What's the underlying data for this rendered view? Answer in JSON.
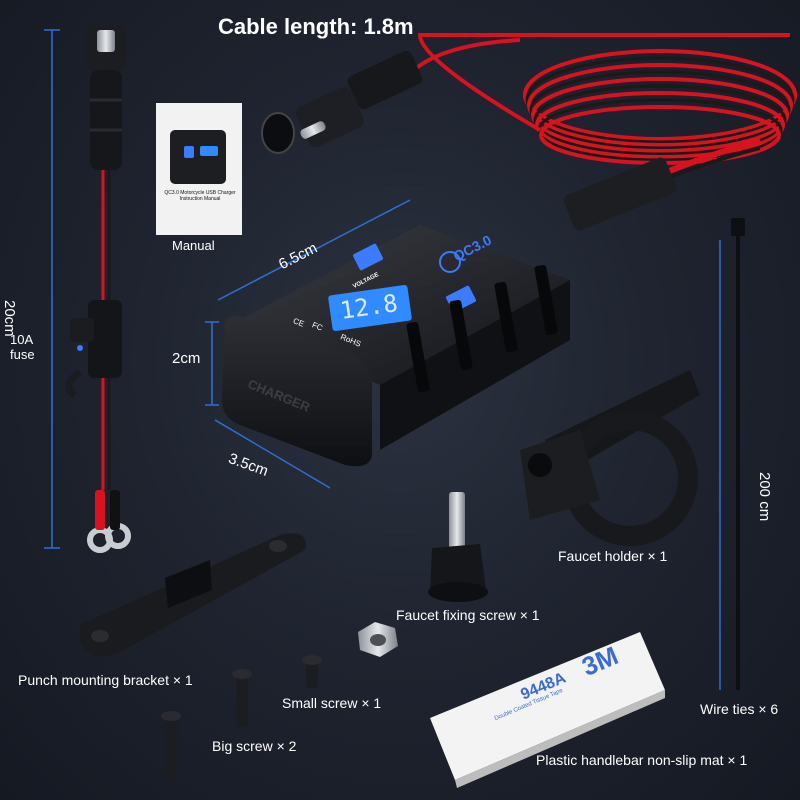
{
  "cable_length_label": "Cable length: 1.8m",
  "manual": {
    "label": "Manual",
    "booklet_title": "QC3.0 Motorcycle USB Charger Instruction Manual"
  },
  "dimensions": {
    "cable_20": "20cm",
    "width_65": "6.5cm",
    "height_2": "2cm",
    "depth_35": "3.5cm",
    "wire_tie_200": "200 cm"
  },
  "fuse_label_line1": "10A",
  "fuse_label_line2": "fuse",
  "device": {
    "brand_text": "QC3.0",
    "voltage_label": "VOLTAGE",
    "display_value": "12.8",
    "cap_text": "CHARGER",
    "cert_ce": "CE",
    "cert_fc": "FC",
    "cert_rohs": "RoHS"
  },
  "parts": {
    "faucet_holder": "Faucet holder × 1",
    "faucet_fixing_screw": "Faucet fixing screw × 1",
    "punch_bracket": "Punch mounting bracket × 1",
    "small_screw": "Small screw  × 1",
    "big_screw": "Big screw × 2",
    "wire_ties": "Wire ties × 6",
    "non_slip_mat": "Plastic handlebar non-slip mat × 1"
  },
  "mat": {
    "brand": "3M",
    "code": "9448A",
    "sub": "Double Coated Tissue Tape"
  },
  "colors": {
    "accent_blue": "#3a7bff",
    "display_blue": "#2f8bff",
    "cable_red": "#d8121f",
    "dim_line": "#2f6fd6"
  }
}
